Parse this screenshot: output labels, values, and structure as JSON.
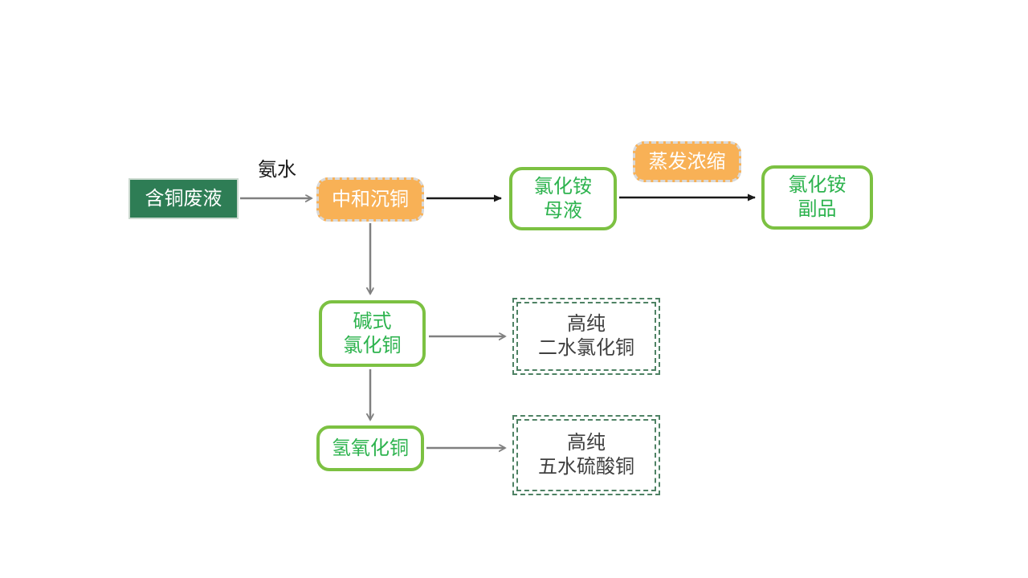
{
  "diagram": {
    "type": "flowchart",
    "background": "#ffffff",
    "colors": {
      "start_node_fill": "#2E7D55",
      "process_node_fill": "#F8B156",
      "process_node_border": "#D9D9D9",
      "outline_node_border": "#7CC142",
      "outline_node_text": "#2DB34E",
      "product_node_border": "#4E8264",
      "product_node_text": "#404040",
      "gray_arrow": "#808080",
      "black_arrow": "#1A1A1A"
    },
    "nodes": {
      "copper_waste": {
        "label": "含铜废液"
      },
      "neutralize": {
        "label": "中和沉铜"
      },
      "ammonium_chloride_mother_liquor": {
        "label": "氯化铵\n母液"
      },
      "evaporate_concentrate": {
        "label": "蒸发浓缩"
      },
      "ammonium_chloride_byproduct": {
        "label": "氯化铵\n副品"
      },
      "basic_copper_chloride": {
        "label": "碱式\n氯化铜"
      },
      "high_purity_copper_chloride_dihydrate": {
        "label": "高纯\n二水氯化铜"
      },
      "copper_hydroxide": {
        "label": "氢氧化铜"
      },
      "high_purity_copper_sulfate_pentahydrate": {
        "label": "高纯\n五水硫酸铜"
      }
    },
    "edge_labels": {
      "ammonia": {
        "label": "氨水"
      }
    }
  }
}
